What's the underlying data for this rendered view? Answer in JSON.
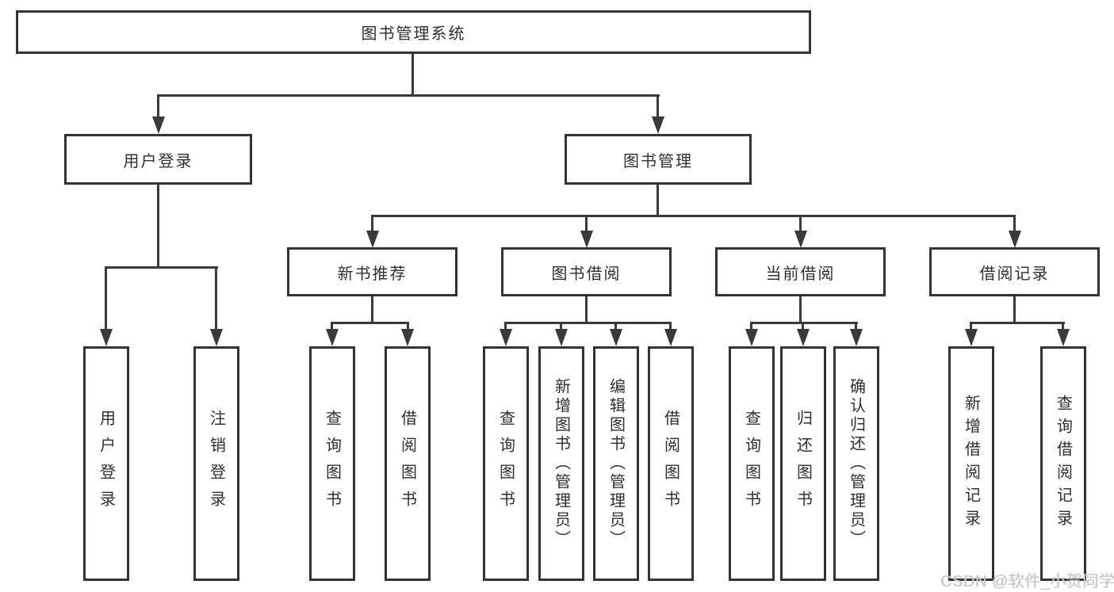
{
  "colors": {
    "background": "#ffffff",
    "line": "#3a3a3a",
    "box_border": "#333333",
    "text": "#2f2f2f",
    "watermark": "#c8c8c8"
  },
  "diagram": {
    "root": {
      "label": "图书管理系统"
    },
    "branches": {
      "user_login": {
        "label": "用户登录",
        "children": [
          "用户登录",
          "注销登录"
        ]
      },
      "book_mgmt": {
        "label": "图书管理"
      }
    },
    "modules": {
      "new_books": {
        "label": "新书推荐",
        "children": [
          "查询图书",
          "借阅图书"
        ]
      },
      "book_borrow": {
        "label": "图书借阅",
        "children": [
          "查询图书",
          "新增图书（管理员）",
          "编辑图书（管理员）",
          "借阅图书"
        ]
      },
      "current_borrow": {
        "label": "当前借阅",
        "children": [
          "查询图书",
          "归还图书",
          "确认归还（管理员）"
        ]
      },
      "borrow_records": {
        "label": "借阅记录",
        "children": [
          "新增借阅记录",
          "查询借阅记录"
        ]
      }
    }
  },
  "watermark": {
    "text": "CSDN @软件_小贺同学"
  }
}
